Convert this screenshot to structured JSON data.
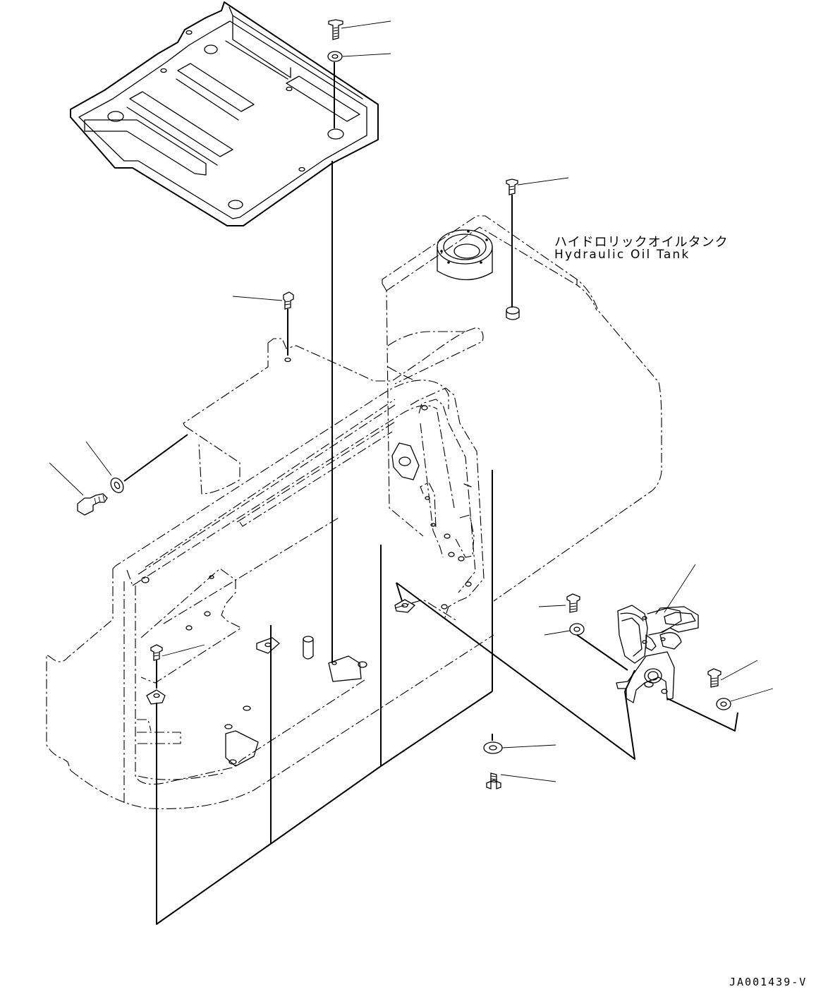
{
  "component_label": {
    "japanese": "ハイドロリックオイルタンク",
    "english": "Hydraulic Oil Tank"
  },
  "drawing_code": "JA001439-V"
}
